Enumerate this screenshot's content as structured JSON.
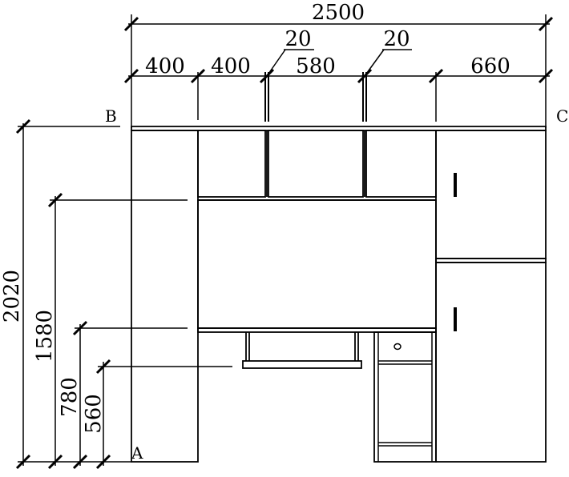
{
  "drawing": {
    "corner_labels": {
      "b": "B",
      "c": "C",
      "a": "A"
    },
    "horizontal_dimensions": {
      "total": "2500",
      "seg_1": "400",
      "seg_2": "400",
      "gap_1": "20",
      "seg_3": "580",
      "gap_2": "20",
      "seg_4": "660"
    },
    "vertical_dimensions": {
      "total_height": "2020",
      "shelf_height": "1580",
      "desk_height": "780",
      "keyboard_height": "560"
    }
  }
}
